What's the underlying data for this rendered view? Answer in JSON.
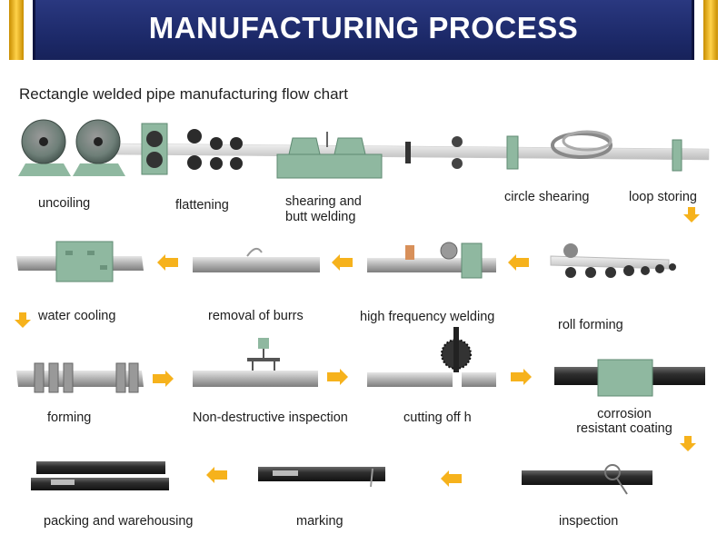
{
  "header": {
    "title": "MANUFACTURING PROCESS"
  },
  "subtitle": "Rectangle welded pipe manufacturing flow chart",
  "steps": {
    "uncoiling": "uncoiling",
    "flattening": "flattening",
    "shearing_line1": "shearing and",
    "shearing_line2": "butt welding",
    "circle_shearing": "circle shearing",
    "loop_storing": "loop storing",
    "water_cooling": "water cooling",
    "removal_of_burrs": "removal of burrs",
    "high_frequency_welding": "high frequency welding",
    "roll_forming": "roll forming",
    "forming": "forming",
    "non_destructive_inspection": "Non-destructive inspection",
    "cutting_off": "cutting off h",
    "corrosion_line1": "corrosion",
    "corrosion_line2": "resistant coating",
    "packing": "packing and warehousing",
    "marking": "marking",
    "inspection": "inspection"
  },
  "colors": {
    "banner": "#1d2a6a",
    "gold": "#ffd24a",
    "arrow": "#f6b21c",
    "machine": "#8fb8a0",
    "pipe": "#a8a8a8",
    "dark_pipe": "#2a2a2a"
  },
  "icons": [
    "arrow-left-icon",
    "arrow-right-icon",
    "arrow-down-icon"
  ]
}
